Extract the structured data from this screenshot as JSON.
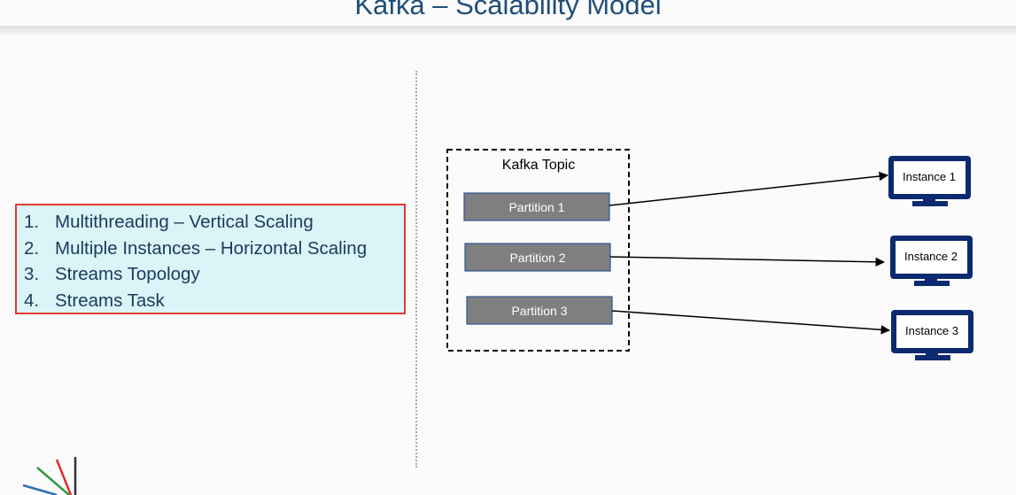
{
  "slide": {
    "title": "Kafka – Scalability Model"
  },
  "concepts": {
    "items": [
      {
        "number": "1.",
        "label": "Multithreading – Vertical Scaling"
      },
      {
        "number": "2.",
        "label": "Multiple Instances – Horizontal Scaling"
      },
      {
        "number": "3.",
        "label": "Streams Topology"
      },
      {
        "number": "4.",
        "label": "Streams Task"
      }
    ]
  },
  "diagram": {
    "topic_label": "Kafka Topic",
    "partitions": [
      {
        "label": "Partition 1"
      },
      {
        "label": "Partition 2"
      },
      {
        "label": "Partition 3"
      }
    ],
    "instances": [
      {
        "label": "Instance 1"
      },
      {
        "label": "Instance 2"
      },
      {
        "label": "Instance 3"
      }
    ],
    "colors": {
      "partition_fill": "#7f7f7f",
      "partition_border": "#2f5597",
      "monitor": "#0b2a70",
      "arrow": "#000000"
    }
  },
  "colors": {
    "title": "#1f4e79",
    "list_border": "#e23b30",
    "list_background": "#daf4f7",
    "list_text": "#1b3a5c"
  }
}
